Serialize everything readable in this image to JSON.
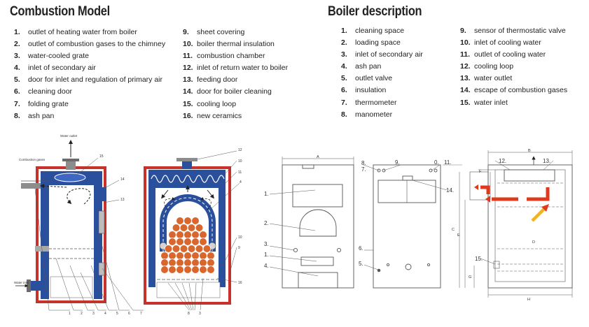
{
  "left": {
    "title": "Combustion Model",
    "items_col1": [
      {
        "num": "1.",
        "text": "outlet of heating water from boiler"
      },
      {
        "num": "2.",
        "text": "outlet of combustion gases to the chimney"
      },
      {
        "num": "3.",
        "text": "water-cooled grate"
      },
      {
        "num": "4.",
        "text": "inlet of secondary air"
      },
      {
        "num": "5.",
        "text": "door for inlet and regulation of primary air"
      },
      {
        "num": "6.",
        "text": "cleaning door"
      },
      {
        "num": "7.",
        "text": "folding grate"
      },
      {
        "num": "8.",
        "text": "ash pan"
      }
    ],
    "items_col2": [
      {
        "num": "9.",
        "text": "sheet covering"
      },
      {
        "num": "10.",
        "text": "boiler thermal insulation"
      },
      {
        "num": "11.",
        "text": "combustion chamber"
      },
      {
        "num": "12.",
        "text": "inlet of return water to boiler"
      },
      {
        "num": "13.",
        "text": "feeding door"
      },
      {
        "num": "14.",
        "text": "door for boiler cleaning"
      },
      {
        "num": "15.",
        "text": "cooling loop"
      },
      {
        "num": "16.",
        "text": "new ceramics"
      }
    ]
  },
  "right": {
    "title": "Boiler description",
    "items_col1": [
      {
        "num": "1.",
        "text": "cleaning space"
      },
      {
        "num": "2.",
        "text": "loading space"
      },
      {
        "num": "3.",
        "text": "inlet of secondary air"
      },
      {
        "num": "4.",
        "text": "ash pan"
      },
      {
        "num": "5.",
        "text": "outlet valve"
      },
      {
        "num": "6.",
        "text": "insulation"
      },
      {
        "num": "7.",
        "text": "thermometer"
      },
      {
        "num": "8.",
        "text": "manometer"
      }
    ],
    "items_col2": [
      {
        "num": "9.",
        "text": "sensor of thermostatic valve"
      },
      {
        "num": "10.",
        "text": "inlet of cooling water"
      },
      {
        "num": "11.",
        "text": "outlet of cooling water"
      },
      {
        "num": "12.",
        "text": "cooling loop"
      },
      {
        "num": "13.",
        "text": "water outlet"
      },
      {
        "num": "14.",
        "text": "escape of combustion gases"
      },
      {
        "num": "15.",
        "text": "water inlet"
      }
    ]
  },
  "diagram1": {
    "water_outlet": "Water outlet",
    "combustion_gases": "Combustion gases",
    "water_inlet": "Water inlet",
    "callouts": {
      "c15": "15",
      "c14": "14",
      "c13": "13"
    },
    "bottom_numbers": [
      "1",
      "2",
      "3",
      "4",
      "5",
      "6",
      "7"
    ]
  },
  "diagram2": {
    "callouts": {
      "c12": "12",
      "c10": "10",
      "c11": "11",
      "c4": "4",
      "c9": "9",
      "c16": "16"
    },
    "bottom_numbers": [
      "8",
      "3"
    ]
  },
  "diagram3": {
    "dim_a": "A",
    "labels": {
      "l1": "1.",
      "l2": "2.",
      "l3": "3.",
      "l4": "1.",
      "l5": "4."
    }
  },
  "diagram4": {
    "labels": {
      "l8": "8.",
      "l7": "7.",
      "l9": "9.",
      "l10": "0.",
      "l11": "11.",
      "l14": "14.",
      "l6": "6.",
      "l5": "5."
    }
  },
  "diagram5": {
    "dims": {
      "b": "B",
      "f": "F",
      "c": "C",
      "e": "E",
      "d": "D",
      "g": "G",
      "h": "H"
    },
    "labels": {
      "l12": "12.",
      "l13": "13.",
      "l15": "15."
    }
  },
  "colors": {
    "water_blue": "#2a4f9c",
    "insulation_red": "#c8312c",
    "ceramic_orange": "#d9662c",
    "arrow_red": "#e03a1e",
    "arrow_yellow": "#f2b320",
    "line_gray": "#555555"
  }
}
